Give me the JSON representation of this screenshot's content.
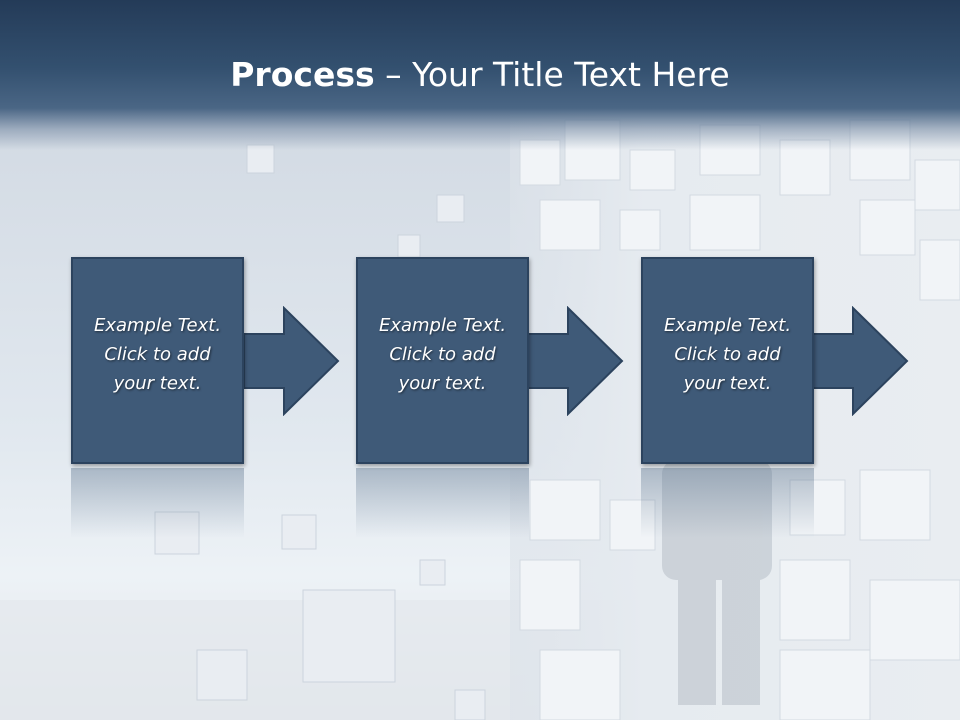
{
  "title": {
    "bold": "Process",
    "rest": " – Your Title Text Here"
  },
  "steps": [
    {
      "lines": [
        "Example Text.",
        "Click  to add",
        "your text."
      ]
    },
    {
      "lines": [
        "Example Text.",
        "Click  to add",
        "your text."
      ]
    },
    {
      "lines": [
        "Example Text.",
        "Click  to add",
        "your text."
      ]
    }
  ],
  "colors": {
    "box_fill": "#3f5a78",
    "box_border": "#2c435e",
    "title_bar": "#33506f"
  }
}
